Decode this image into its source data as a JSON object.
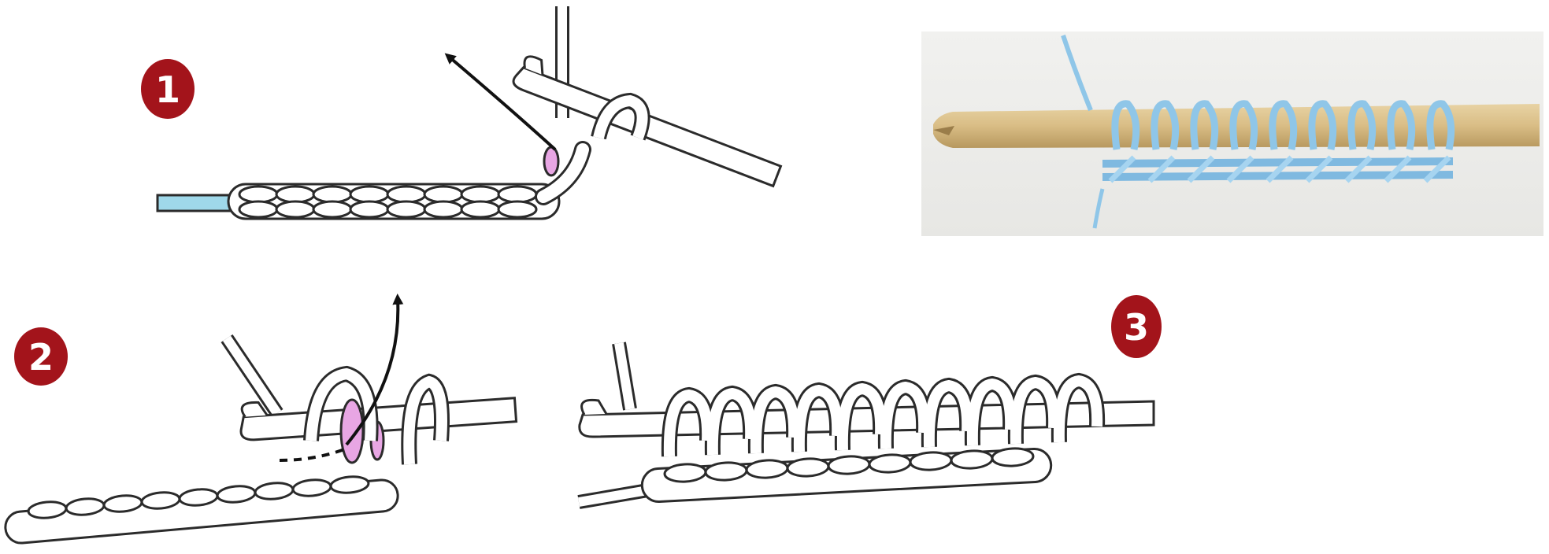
{
  "steps": [
    {
      "number": "1"
    },
    {
      "number": "2"
    },
    {
      "number": "3"
    }
  ],
  "colors": {
    "badge": "#a3141b",
    "yarn_outline": "#2b2b2b",
    "yarn_fill": "#ffffff",
    "highlight_loop": "#e8a6e4",
    "yarn_tail": "#9fd8ea",
    "photo_yarn": "#8fc6e8",
    "photo_hook": "#d8c08c"
  },
  "icons": {
    "step_badge": "numbered-circle",
    "direction_arrow": "curved-arrow"
  }
}
